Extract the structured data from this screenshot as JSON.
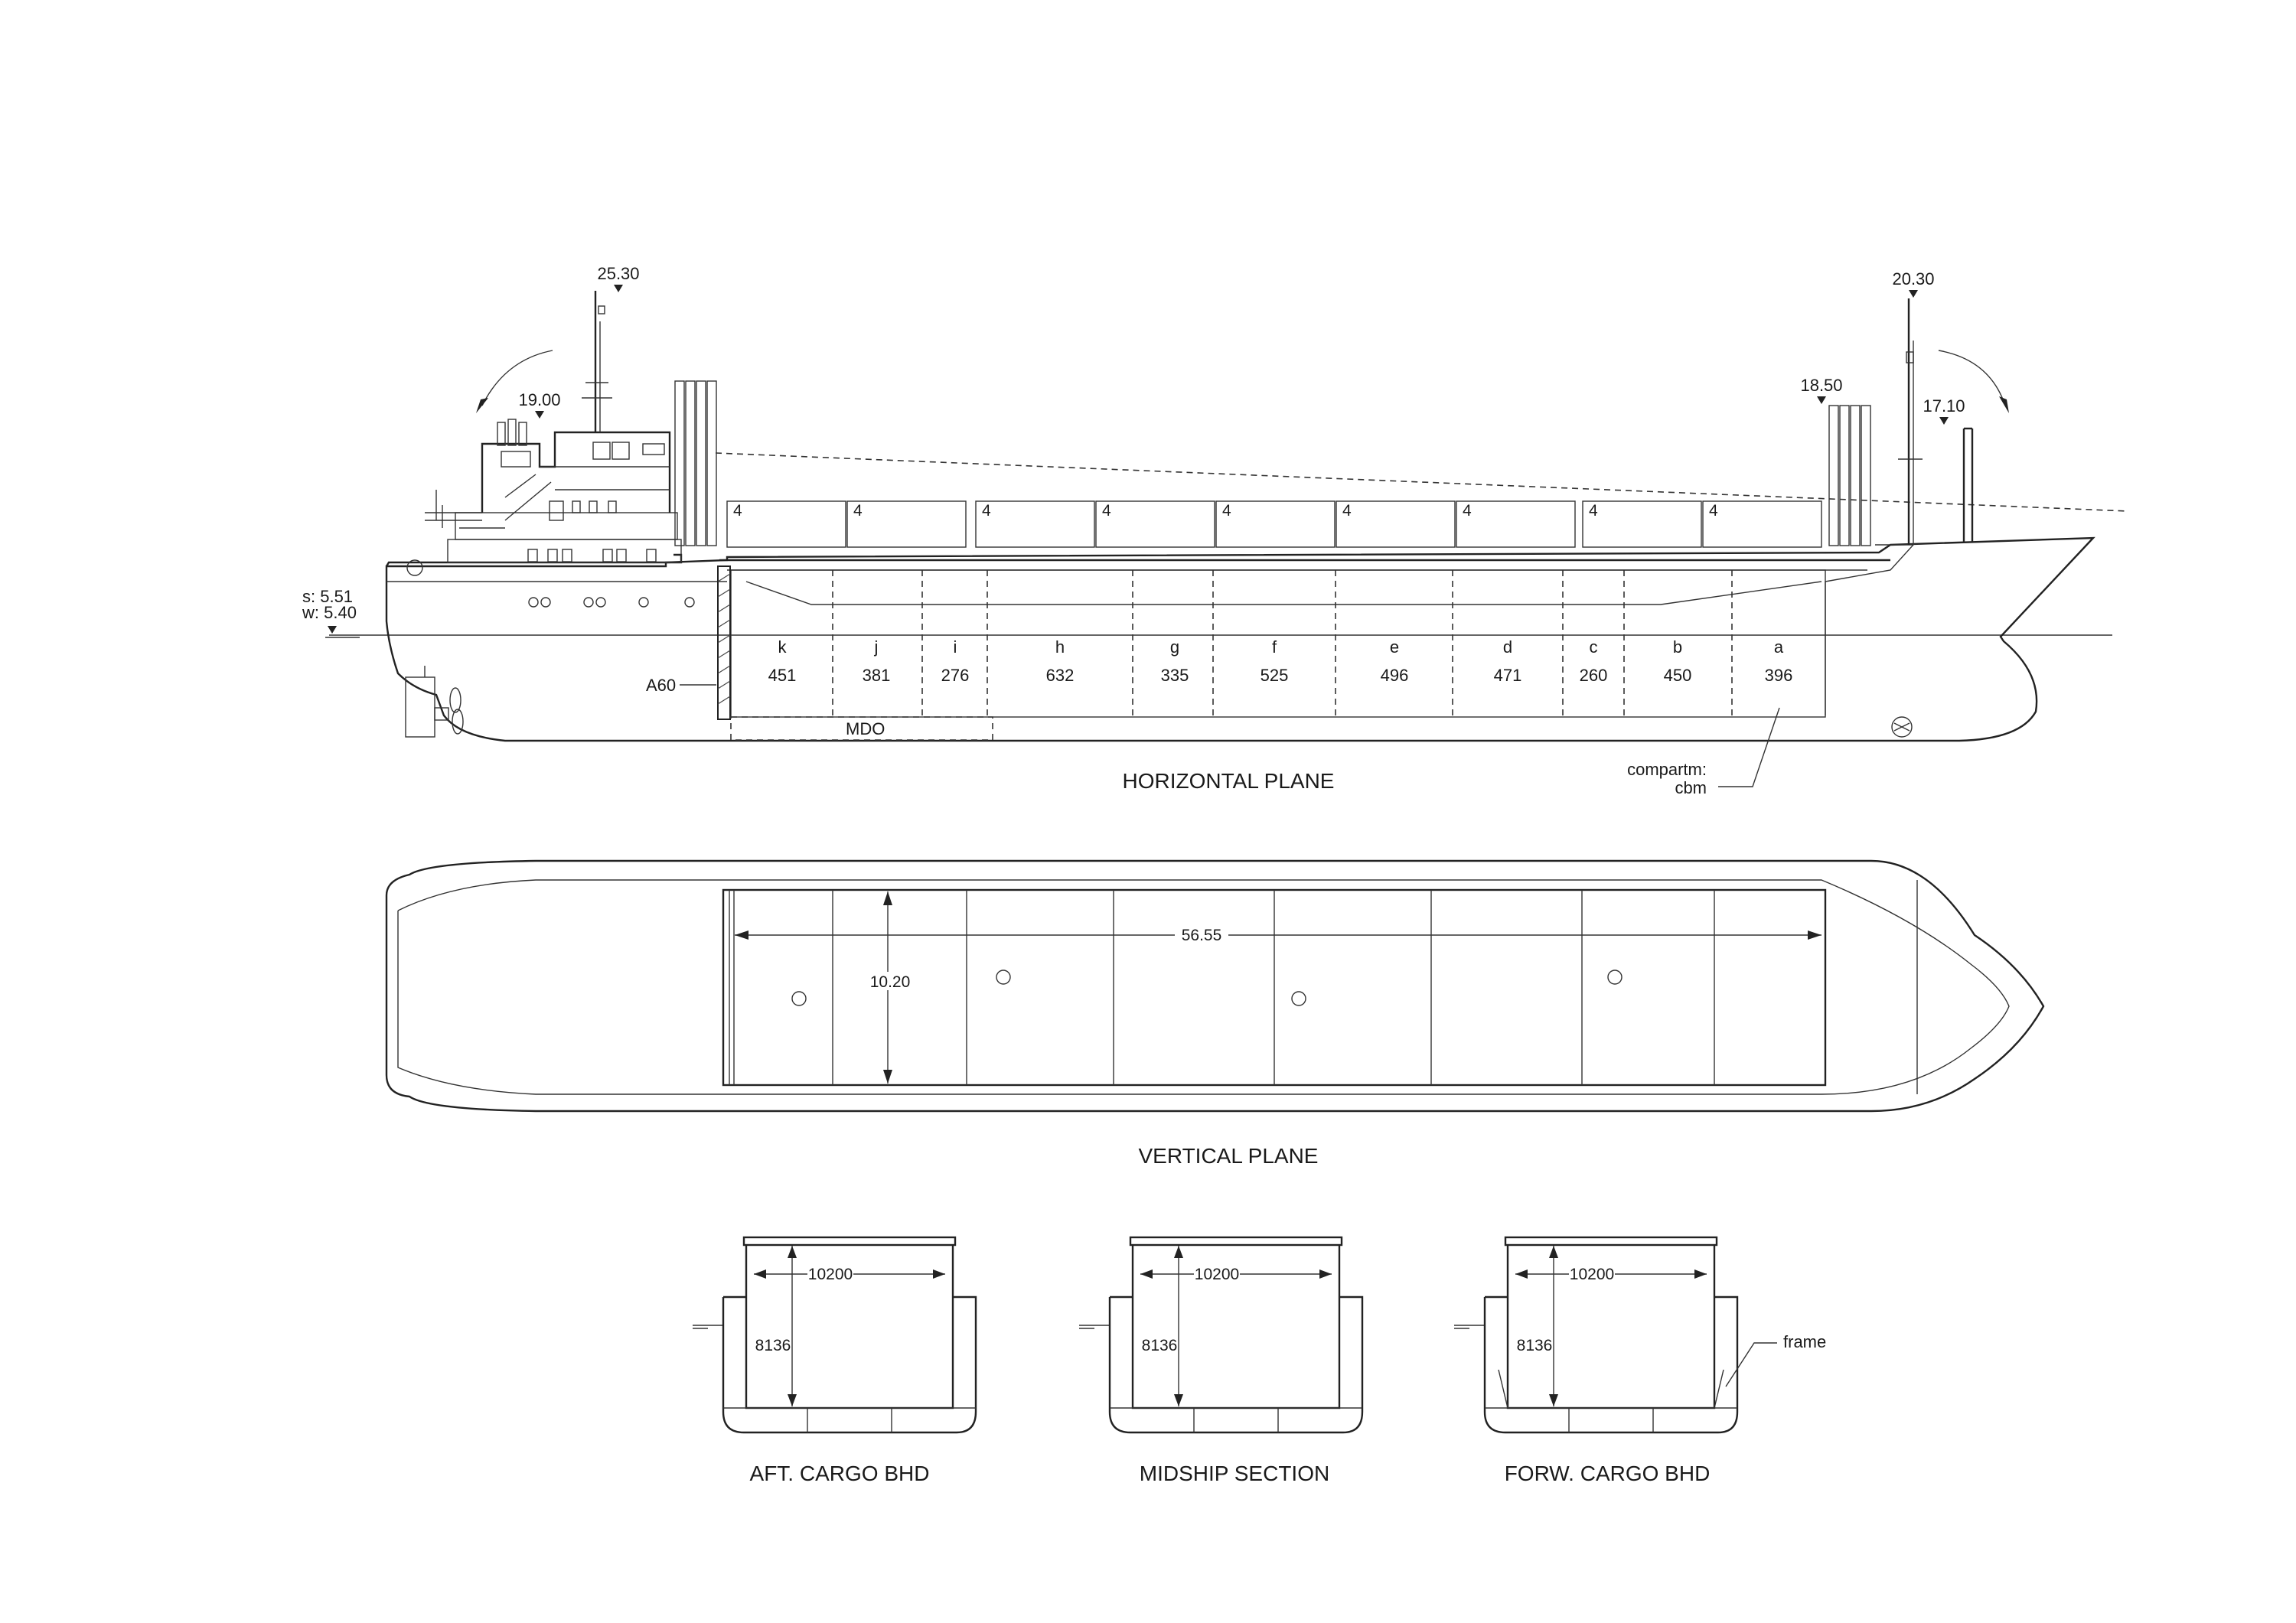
{
  "titles": {
    "horizontal": "HORIZONTAL PLANE",
    "vertical": "VERTICAL PLANE",
    "aft_bhd": "AFT. CARGO BHD",
    "midship": "MIDSHIP SECTION",
    "forw_bhd": "FORW. CARGO BHD"
  },
  "heights": {
    "mast_aft": "25.30",
    "bridge": "19.00",
    "mast_fwd": "20.30",
    "hatch_stack_fwd": "18.50",
    "foremast": "17.10"
  },
  "draft": {
    "summer": "s:  5.51",
    "winter": "w: 5.40"
  },
  "bulkhead_label": "A60",
  "tank_label": "MDO",
  "compartment_legend": {
    "line1": "compartm:",
    "line2": "cbm"
  },
  "hatch_stack_number": "4",
  "compartments": [
    {
      "id": "k",
      "cbm": "451"
    },
    {
      "id": "j",
      "cbm": "381"
    },
    {
      "id": "i",
      "cbm": "276"
    },
    {
      "id": "h",
      "cbm": "632"
    },
    {
      "id": "g",
      "cbm": "335"
    },
    {
      "id": "f",
      "cbm": "525"
    },
    {
      "id": "e",
      "cbm": "496"
    },
    {
      "id": "d",
      "cbm": "471"
    },
    {
      "id": "c",
      "cbm": "260"
    },
    {
      "id": "b",
      "cbm": "450"
    },
    {
      "id": "a",
      "cbm": "396"
    }
  ],
  "plan_dims": {
    "length": "56.55",
    "width": "10.20"
  },
  "section_dims": {
    "width": "10200",
    "height": "8136"
  },
  "frame_label": "frame",
  "colors": {
    "line": "#222222",
    "background": "#ffffff"
  }
}
